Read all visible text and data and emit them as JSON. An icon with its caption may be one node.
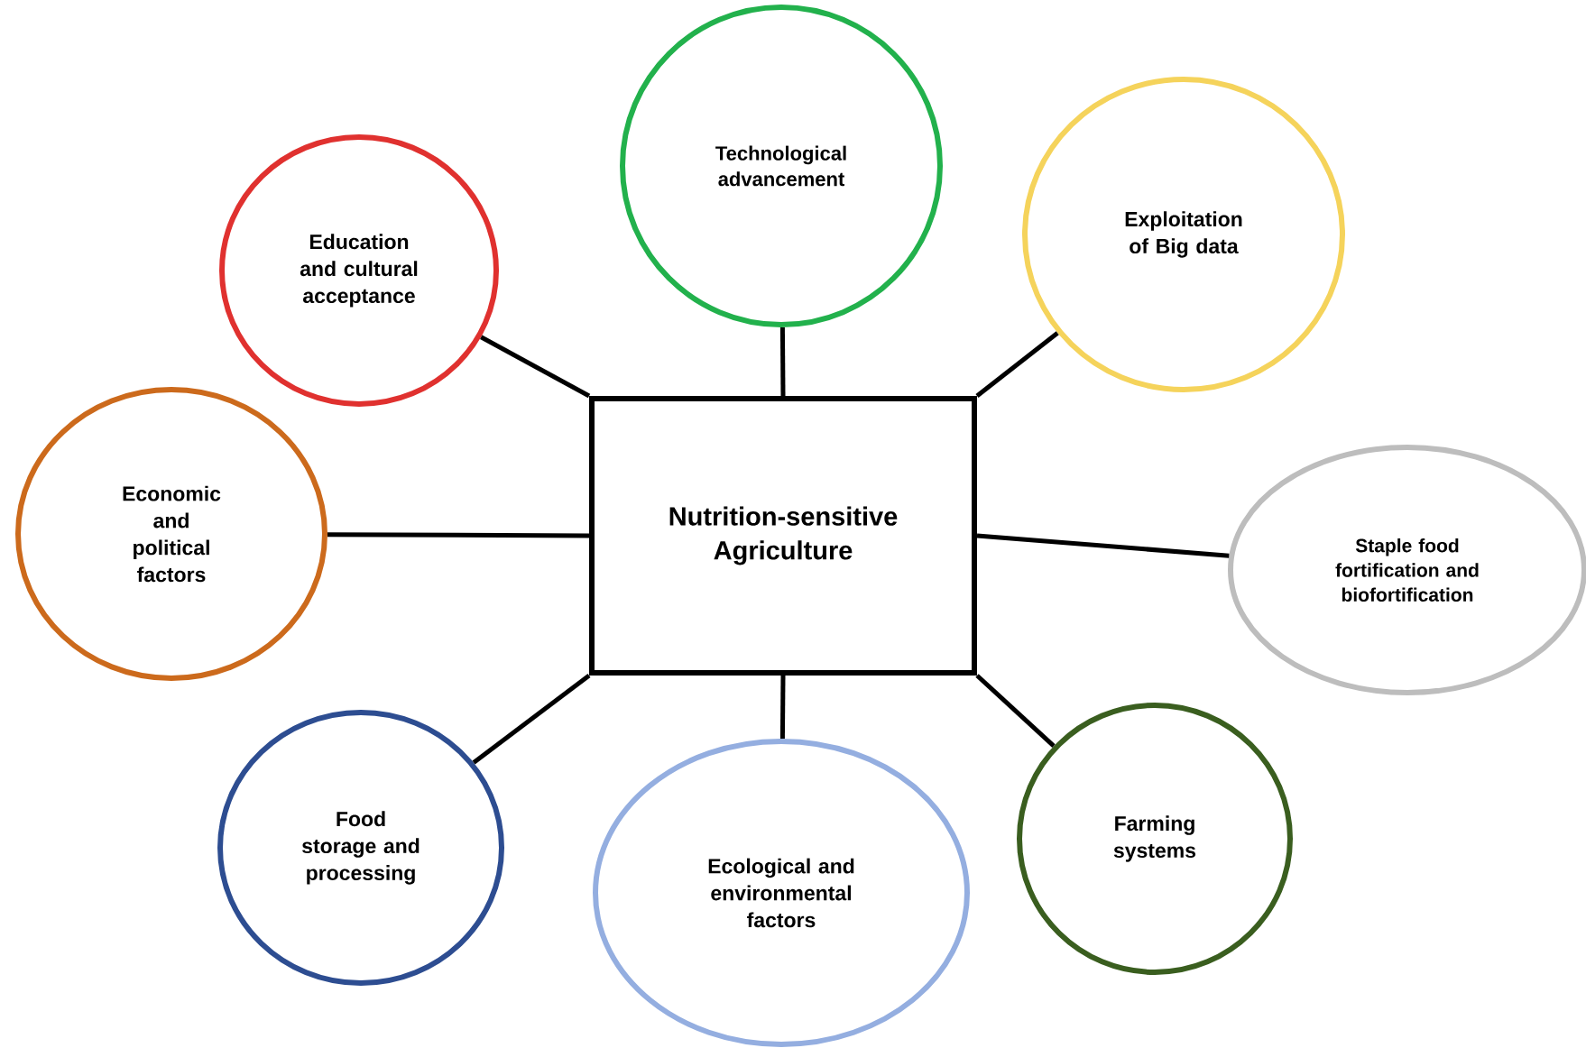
{
  "diagram": {
    "nodes": [
      {
        "text": [
          "Technological advancement"
        ]
      },
      {
        "text": [
          "Education and cultural acceptance"
        ]
      },
      {
        "text": [
          "Exploitation of Big data"
        ]
      },
      {
        "text": [
          "Economic and political factors"
        ]
      },
      {
        "text": [
          "Nutrition-sensitive Agriculture"
        ]
      },
      {
        "text": [
          "Staple food fortification and biofortification"
        ]
      },
      {
        "text": [
          "Food storage and processing"
        ]
      },
      {
        "text": [
          "Ecological and environmental factors"
        ]
      },
      {
        "text": [
          "Farming systems"
        ]
      }
    ],
    "edges": [
      {
        "from": 4,
        "to": 0,
        "arrow": "none"
      },
      {
        "from": 4,
        "to": 1,
        "arrow": "none"
      },
      {
        "from": 4,
        "to": 2,
        "arrow": "none"
      },
      {
        "from": 4,
        "to": 3,
        "arrow": "none"
      },
      {
        "from": 4,
        "to": 5,
        "arrow": "none"
      },
      {
        "from": 4,
        "to": 6,
        "arrow": "none"
      },
      {
        "from": 4,
        "to": 7,
        "arrow": "none"
      },
      {
        "from": 4,
        "to": 8,
        "arrow": "none"
      }
    ]
  }
}
